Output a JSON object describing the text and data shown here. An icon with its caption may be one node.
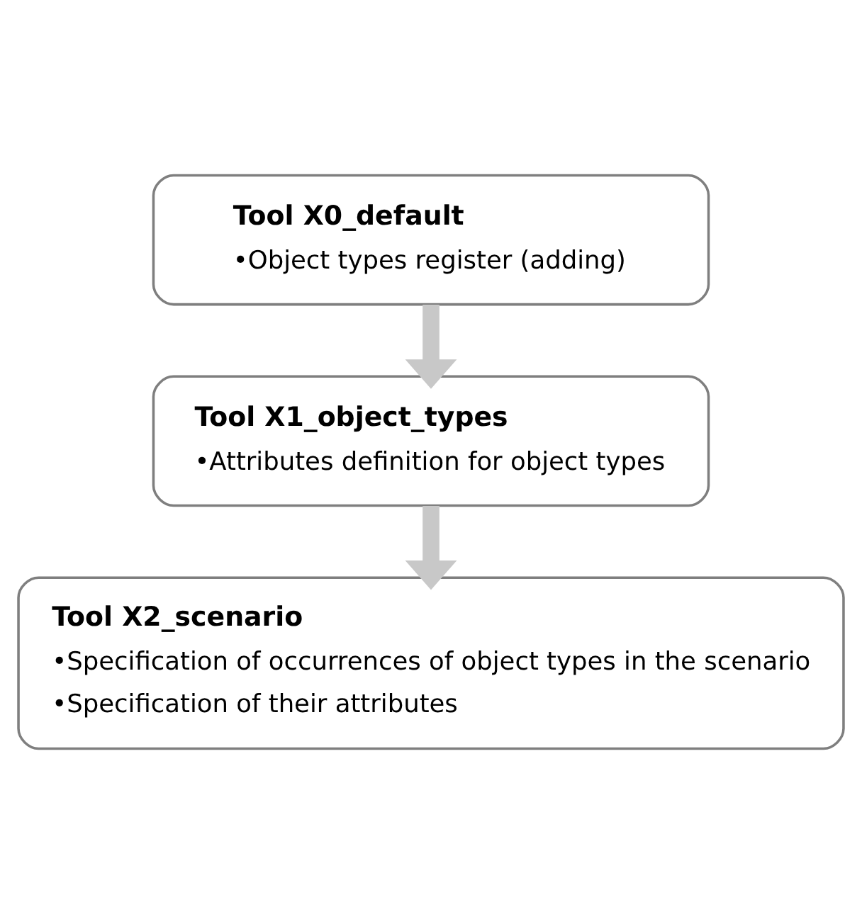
{
  "diagram": {
    "nodes": [
      {
        "text": [
          "Tool X0_default",
          "•Object types register (adding)"
        ]
      },
      {
        "text": [
          "Tool X1_object_types",
          "•Attributes definition for object types"
        ]
      },
      {
        "text": [
          "Tool X2_scenario",
          "•Specification of occurrences of object types in the scenario",
          "•Specification of their attributes"
        ]
      }
    ],
    "edges": [
      {
        "from": 0,
        "to": 1,
        "arrow": "to"
      },
      {
        "from": 1,
        "to": 2,
        "arrow": "to"
      }
    ]
  }
}
